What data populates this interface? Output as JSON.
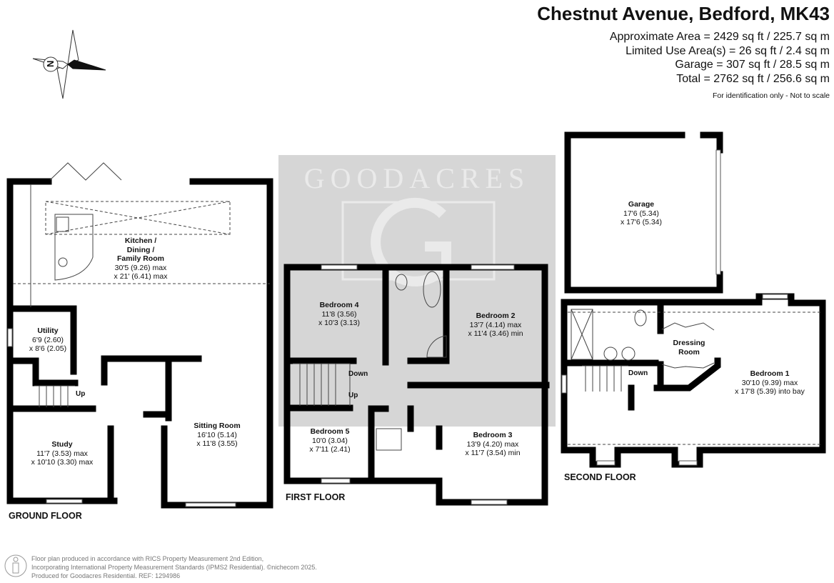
{
  "header": {
    "title": "Chestnut Avenue, Bedford, MK43",
    "areas": [
      "Approximate Area = 2429 sq ft / 225.7 sq m",
      "Limited Use Area(s) = 26 sq ft / 2.4 sq m",
      "Garage = 307 sq ft / 28.5 sq m",
      "Total = 2762 sq ft / 256.6 sq m"
    ],
    "disclaimer": "For identification only - Not to scale"
  },
  "compass": {
    "label": "N"
  },
  "watermark": {
    "brand": "GOODACRES",
    "logo_letter": "G"
  },
  "floors": {
    "ground": {
      "label": "GROUND FLOOR",
      "rooms": [
        {
          "name": "Kitchen / Dining / Family Room",
          "lines": [
            "Kitchen /",
            "Dining /",
            "Family Room"
          ],
          "dim1": "30'5 (9.26) max",
          "dim2": "x 21' (6.41) max"
        },
        {
          "name": "Utility",
          "dim1": "6'9 (2.60)",
          "dim2": "x 8'6 (2.05)"
        },
        {
          "name": "Study",
          "dim1": "11'7 (3.53) max",
          "dim2": "x 10'10 (3.30) max"
        },
        {
          "name": "Sitting Room",
          "dim1": "16'10 (5.14)",
          "dim2": "x 11'8 (3.55)"
        }
      ],
      "stairs": "Up"
    },
    "first": {
      "label": "FIRST FLOOR",
      "rooms": [
        {
          "name": "Bedroom 4",
          "dim1": "11'8 (3.56)",
          "dim2": "x 10'3 (3.13)"
        },
        {
          "name": "Bedroom 2",
          "dim1": "13'7 (4.14) max",
          "dim2": "x 11'4 (3.46) min"
        },
        {
          "name": "Bedroom 5",
          "dim1": "10'0 (3.04)",
          "dim2": "x 7'11 (2.41)"
        },
        {
          "name": "Bedroom 3",
          "dim1": "13'9 (4.20) max",
          "dim2": "x 11'7 (3.54) min"
        }
      ],
      "stairs_down": "Down",
      "stairs_up": "Up"
    },
    "second": {
      "label": "SECOND FLOOR",
      "rooms": [
        {
          "name": "Garage",
          "dim1": "17'6 (5.34)",
          "dim2": "x 17'6 (5.34)"
        },
        {
          "name": "Dressing Room",
          "lines": [
            "Dressing",
            "Room"
          ]
        },
        {
          "name": "Bedroom 1",
          "dim1": "30'10 (9.39) max",
          "dim2": "x 17'8 (5.39) into bay"
        }
      ],
      "stairs_down": "Down"
    }
  },
  "footer": {
    "lines": [
      "Floor plan produced in accordance with RICS Property Measurement 2nd Edition,",
      "Incorporating International Property Measurement Standards (IPMS2 Residential).   ©nichecom 2025.",
      "Produced for Goodacres Residential.   REF: 1294986"
    ]
  }
}
